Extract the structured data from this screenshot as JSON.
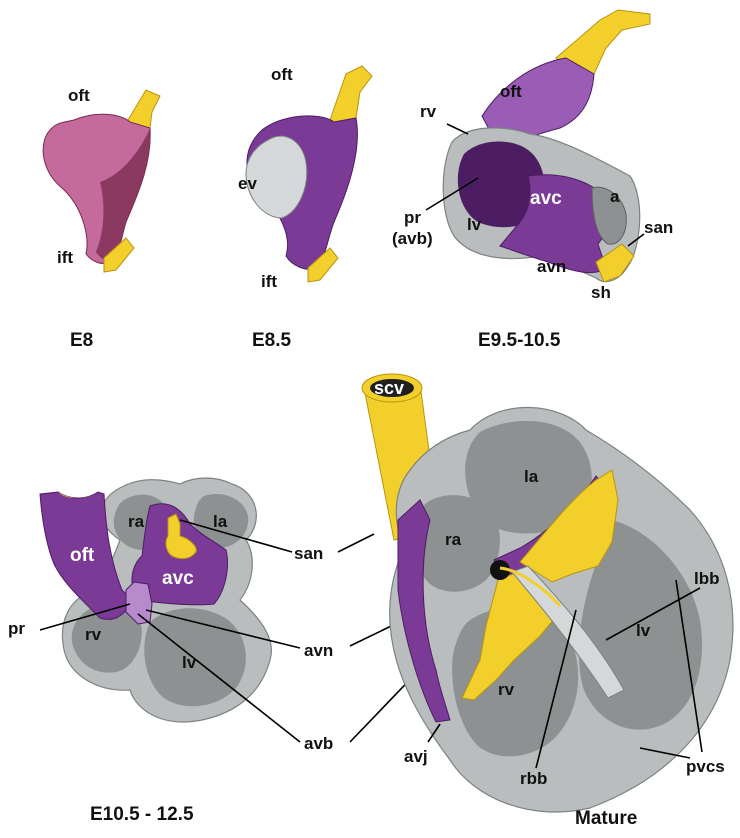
{
  "stages": {
    "e8": "E8",
    "e85": "E8.5",
    "e95": "E9.5-10.5",
    "e105": "E10.5 - 12.5",
    "mature": "Mature"
  },
  "labels": {
    "oft": "oft",
    "ift": "ift",
    "ev": "ev",
    "rv": "rv",
    "lv": "lv",
    "pr": "pr",
    "avb_paren": "(avb)",
    "avc": "avc",
    "a": "a",
    "san": "san",
    "avn": "avn",
    "sh": "sh",
    "ra": "ra",
    "la": "la",
    "avb": "avb",
    "scv": "scv",
    "lbb": "lbb",
    "avj": "avj",
    "rbb": "rbb",
    "pvcs": "pvcs"
  },
  "colors": {
    "purple": "#7b3a96",
    "purple_dark": "#4c1d63",
    "pink": "#c46a9c",
    "pink_dark": "#7a2a4e",
    "yellow": "#f3cf2b",
    "grey": "#b9bdbd",
    "grey_dark": "#7d8283",
    "grey_light": "#d5d8d8"
  }
}
